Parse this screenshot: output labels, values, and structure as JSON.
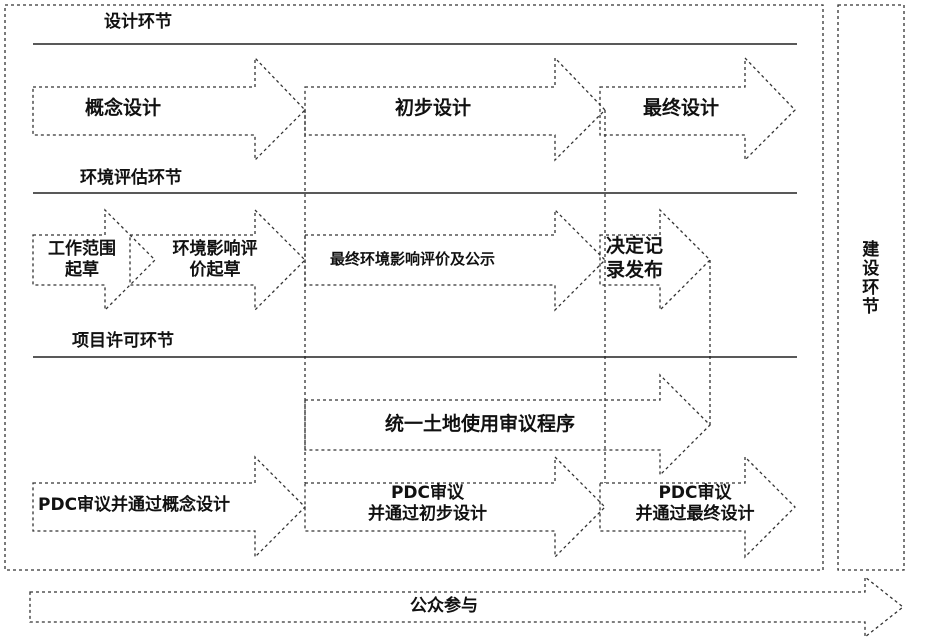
{
  "sections": {
    "design": "设计环节",
    "env": "环境评估环节",
    "permit": "项目许可环节"
  },
  "design_stages": {
    "concept": "概念设计",
    "preliminary": "初步设计",
    "final": "最终设计"
  },
  "env_stages": {
    "scope_line1": "工作范围",
    "scope_line2": "起草",
    "eia_draft_line1": "环境影响评",
    "eia_draft_line2": "价起草",
    "final_eia": "最终环境影响评价及公示",
    "decision_line1": "决定记",
    "decision_line2": "录发布"
  },
  "permit_stages": {
    "ulurp": "统一土地使用审议程序",
    "pdc_concept": "PDC审议并通过概念设计",
    "pdc_prelim_line1": "PDC审议",
    "pdc_prelim_line2": "并通过初步设计",
    "pdc_final_line1": "PDC审议",
    "pdc_final_line2": "并通过最终设计"
  },
  "construction": "建设环节",
  "public": "公众参与"
}
